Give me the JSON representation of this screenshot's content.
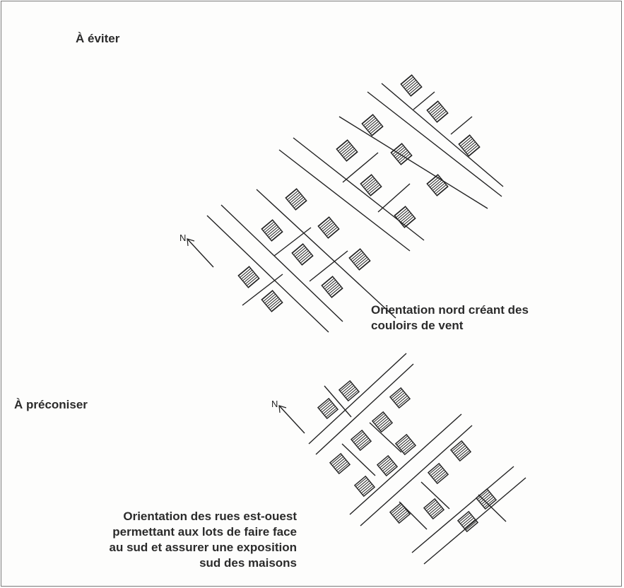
{
  "heading_avoid": "À éviter",
  "heading_recommend": "À préconiser",
  "caption_avoid": [
    "Orientation nord créant des",
    "couloirs de vent"
  ],
  "caption_recommend": [
    "Orientation des rues est-ouest",
    "permettant aux lots de faire face",
    "au sud et assurer une exposition",
    "sud des maisons"
  ],
  "north_label": "N",
  "colors": {
    "ink": "#222222",
    "frame": "#7a7a7a",
    "background": "#fdfdfc"
  }
}
